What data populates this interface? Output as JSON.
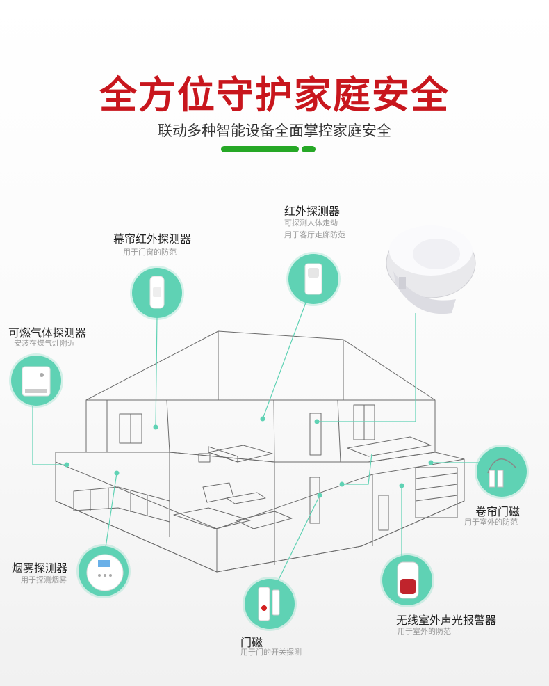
{
  "header": {
    "title": "全方位守护家庭安全",
    "subtitle": "联动多种智能设备全面掌控家庭安全"
  },
  "colors": {
    "title_red": "#c8161d",
    "accent_green": "#26a826",
    "teal": "#5fd2b4"
  },
  "devices": {
    "curtain_pir": {
      "name": "幕帘红外探测器",
      "desc": "用于门窗的防范",
      "icon": "curtain-detector-icon"
    },
    "pir": {
      "name": "红外探测器",
      "desc1": "可探测人体走动",
      "desc2": "用于客厅走廊防范",
      "icon": "pir-detector-icon"
    },
    "gas": {
      "name": "可燃气体探测器",
      "desc": "安装在煤气灶附近",
      "icon": "gas-detector-icon"
    },
    "shutter": {
      "name": "卷帘门磁",
      "desc": "用于室外的防范",
      "icon": "shutter-magnet-icon"
    },
    "smoke": {
      "name": "烟雾探测器",
      "desc": "用于探测烟雾",
      "icon": "smoke-detector-icon"
    },
    "door": {
      "name": "门磁",
      "desc": "用于门的开关探测",
      "icon": "door-magnet-icon"
    },
    "siren": {
      "name": "无线室外声光报警器",
      "desc": "用于室外的防范",
      "icon": "siren-icon"
    }
  },
  "hub": {
    "icon": "alarm-hub-icon"
  }
}
